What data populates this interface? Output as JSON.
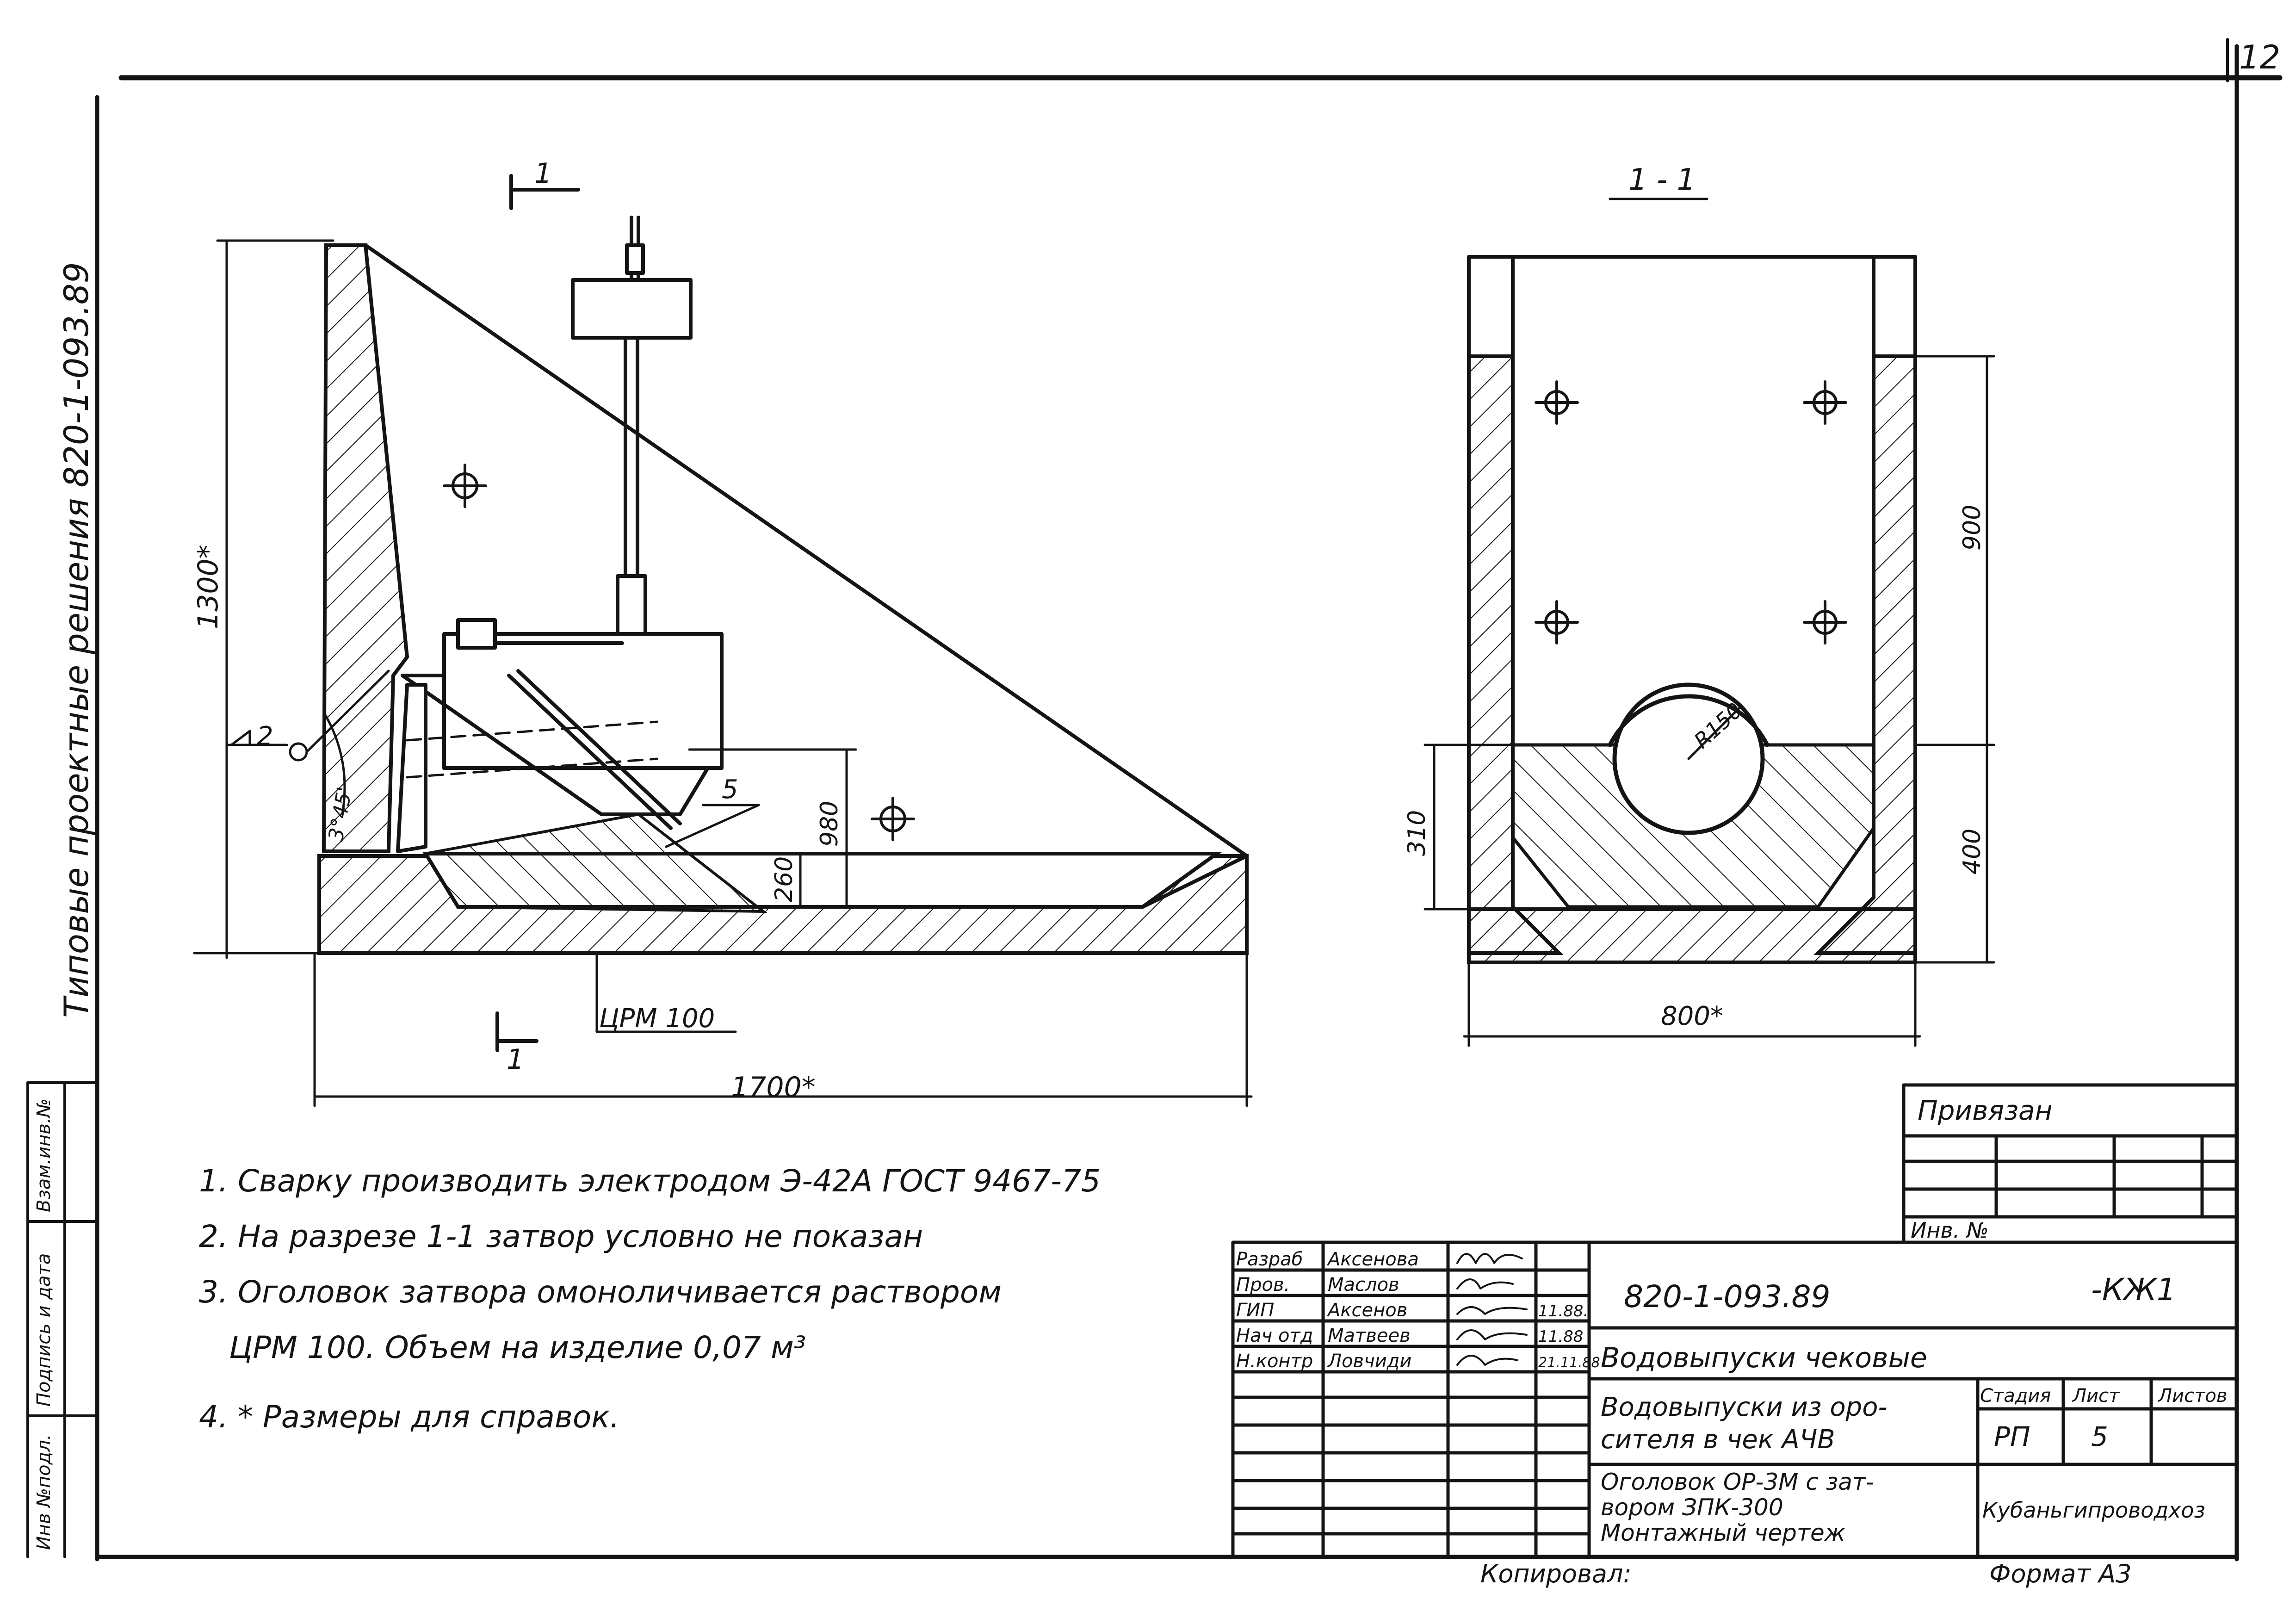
{
  "sheet": {
    "page_number": "12"
  },
  "side_text": "Типовые проектные решения 820-1-093.89",
  "left_strip": {
    "box1": "Инв №подл.",
    "box2": "Подпись и дата",
    "box3": "Взам.инв.№"
  },
  "view_main": {
    "section_mark": "1",
    "dim_total_length": "1700*",
    "dim_height": "1300*",
    "dim_980": "980",
    "dim_260": "260",
    "angle": "3°45'",
    "callout_5": "5",
    "callout_2": "2",
    "material": "ЦРМ 100"
  },
  "view_section": {
    "title": "1 - 1",
    "dim_900": "900",
    "dim_400": "400",
    "dim_310": "310",
    "dim_width": "800*",
    "radius": "R150"
  },
  "notes": [
    "1. Сварку производить электродом Э-42А ГОСТ 9467-75",
    "2. На разрезе 1-1 затвор условно не показан",
    "3. Оголовок затвора омоноличивается раствором",
    "ЦРМ 100. Объем на изделие 0,07 м³",
    "4. * Размеры для справок."
  ],
  "stamp": {
    "privyazan": "Привязан",
    "inv_no": "Инв. №",
    "roles": [
      "Разраб",
      "Пров.",
      "ГИП",
      "Нач отд",
      "Н.контр"
    ],
    "names": [
      "Аксенова",
      "Маслов",
      "Аксенов",
      "Матвеев",
      "Ловчиди"
    ],
    "dates": [
      "",
      "",
      "11.88.",
      "11.88",
      "21.11.88"
    ],
    "doc_code": "820-1-093.89",
    "doc_suffix": "-КЖ1",
    "project_title": "Водовыпуски чековые",
    "object_line1": "Водовыпуски из оро-",
    "object_line2": "сителя в чек АЧВ",
    "drawing_line1": "Оголовок ОР-3М с зат-",
    "drawing_line2": "вором ЗПК-300",
    "drawing_line3": "Монтажный чертеж",
    "stage_label": "Стадия",
    "sheet_label": "Лист",
    "sheets_label": "Листов",
    "stage": "РП",
    "sheet": "5",
    "organization": "Кубаньгипроводхоз"
  },
  "footer": {
    "copied": "Копировал:",
    "format": "Формат А3"
  }
}
